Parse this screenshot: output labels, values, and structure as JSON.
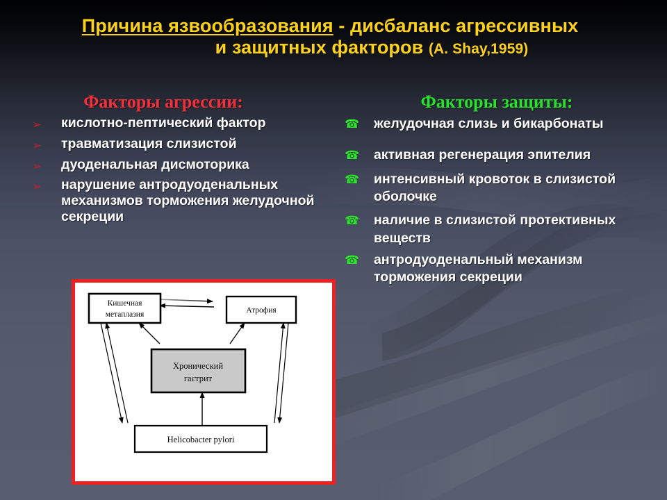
{
  "slide": {
    "title": {
      "emphasis": "Причина язвообразования",
      "dash": " -  ",
      "rest_line1": "дисбаланс агрессивных",
      "line2": "и защитных факторов ",
      "citation": "(A. Shay,1959)"
    },
    "columns": {
      "aggression": {
        "heading": "Факторы агрессии:",
        "heading_color": "#f4303c",
        "marker_glyph": "➢",
        "marker_color": "#c0202c",
        "items": [
          "кислотно-пептический фактор",
          "травматизация слизистой",
          "дуоденальная дисмоторика",
          "нарушение антродуоденальных механизмов торможения желудочной секреции"
        ]
      },
      "protection": {
        "heading": "Факторы защиты:",
        "heading_color": "#27e32b",
        "marker_glyph": "☎",
        "marker_color": "#2ee52e",
        "items": [
          "желудочная слизь и бикарбонаты",
          "активная регенерация эпителия",
          "интенсивный кровоток в слизистой оболочке",
          "наличие в слизистой протективных веществ",
          "антродуоденальный механизм торможения секреции"
        ]
      }
    },
    "diagram": {
      "frame_border_color": "#ed2024",
      "background": "#ffffff",
      "nodes": [
        {
          "id": "metaplasia",
          "label_line1": "Кишечная",
          "label_line2": "метаплазия",
          "fill": "#ffffff"
        },
        {
          "id": "atrophy",
          "label_line1": "Атрофия",
          "label_line2": "",
          "fill": "#ffffff"
        },
        {
          "id": "gastritis",
          "label_line1": "Хронический",
          "label_line2": "гастрит",
          "fill": "#c9c9c9"
        },
        {
          "id": "hpylori",
          "label_line1": "Helicobacter pylori",
          "label_line2": "",
          "fill": "#ffffff"
        }
      ]
    }
  }
}
